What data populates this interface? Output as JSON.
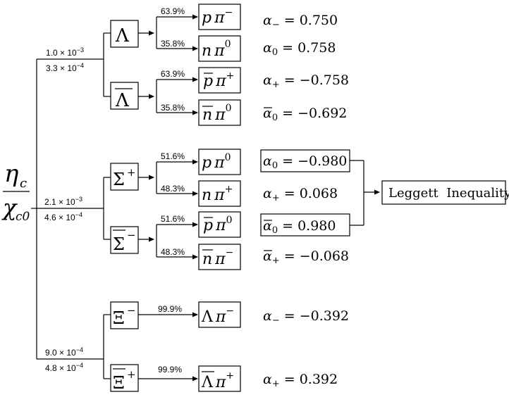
{
  "parent": {
    "top": "η",
    "top_sub": "c",
    "bottom": "χ",
    "bottom_sub": "c0"
  },
  "branches": [
    {
      "upper": "1.0 × 10",
      "upper_exp": "−3",
      "lower": "3.3 × 10",
      "lower_exp": "−4"
    },
    {
      "upper": "2.1 × 10",
      "upper_exp": "−3",
      "lower": "4.6 × 10",
      "lower_exp": "−4"
    },
    {
      "upper": "9.0 × 10",
      "upper_exp": "−4",
      "lower": "4.8 × 10",
      "lower_exp": "−4"
    }
  ],
  "hyperons": {
    "lambda": {
      "symbol": "Λ"
    },
    "lambda_bar": {
      "symbol": "Λ"
    },
    "sigma": {
      "symbol": "Σ",
      "sup": "+"
    },
    "sigma_bar": {
      "symbol": "Σ",
      "sup": "−"
    },
    "xi": {
      "symbol": "Ξ",
      "sup": "−"
    },
    "xi_bar": {
      "symbol": "Ξ",
      "sup": "+"
    }
  },
  "decays": [
    {
      "br": "63.9%",
      "baryon": "p",
      "meson": "π",
      "charge": "−",
      "alpha_sym": "α",
      "alpha_sub": "−",
      "alpha_val": "= 0.750",
      "alpha_bar": false,
      "alpha_boxed": false
    },
    {
      "br": "35.8%",
      "baryon": "n",
      "meson": "π",
      "charge": "0",
      "alpha_sym": "α",
      "alpha_sub": "0",
      "alpha_val": "= 0.758",
      "alpha_bar": false,
      "alpha_boxed": false
    },
    {
      "br": "63.9%",
      "baryon": "p",
      "meson": "π",
      "charge": "+",
      "alpha_sym": "α",
      "alpha_sub": "+",
      "alpha_val": "= −0.758",
      "alpha_bar": false,
      "alpha_boxed": false
    },
    {
      "br": "35.8%",
      "baryon": "n",
      "meson": "π",
      "charge": "0",
      "alpha_sym": "α",
      "alpha_sub": "0",
      "alpha_val": "= −0.692",
      "alpha_bar": true,
      "alpha_boxed": false
    },
    {
      "br": "51.6%",
      "baryon": "p",
      "meson": "π",
      "charge": "0",
      "alpha_sym": "α",
      "alpha_sub": "0",
      "alpha_val": "= −0.980",
      "alpha_bar": false,
      "alpha_boxed": true
    },
    {
      "br": "48.3%",
      "baryon": "n",
      "meson": "π",
      "charge": "+",
      "alpha_sym": "α",
      "alpha_sub": "+",
      "alpha_val": "= 0.068",
      "alpha_bar": false,
      "alpha_boxed": false
    },
    {
      "br": "51.6%",
      "baryon": "p",
      "meson": "π",
      "charge": "0",
      "alpha_sym": "α",
      "alpha_sub": "0",
      "alpha_val": "= 0.980",
      "alpha_bar": true,
      "alpha_boxed": true
    },
    {
      "br": "48.3%",
      "baryon": "n",
      "meson": "π",
      "charge": "−",
      "alpha_sym": "α",
      "alpha_sub": "+",
      "alpha_val": "= −0.068",
      "alpha_bar": true,
      "alpha_boxed": false
    },
    {
      "br": "99.9%",
      "baryon": "Λ",
      "meson": "π",
      "charge": "−",
      "alpha_sym": "α",
      "alpha_sub": "−",
      "alpha_val": "= −0.392",
      "alpha_bar": false,
      "alpha_boxed": false
    },
    {
      "br": "99.9%",
      "baryon": "Λ",
      "meson": "π",
      "charge": "+",
      "alpha_sym": "α",
      "alpha_sub": "+",
      "alpha_val": "= 0.392",
      "alpha_bar": false,
      "alpha_boxed": false
    }
  ],
  "leggett": {
    "label": "Leggett  Inequality"
  }
}
